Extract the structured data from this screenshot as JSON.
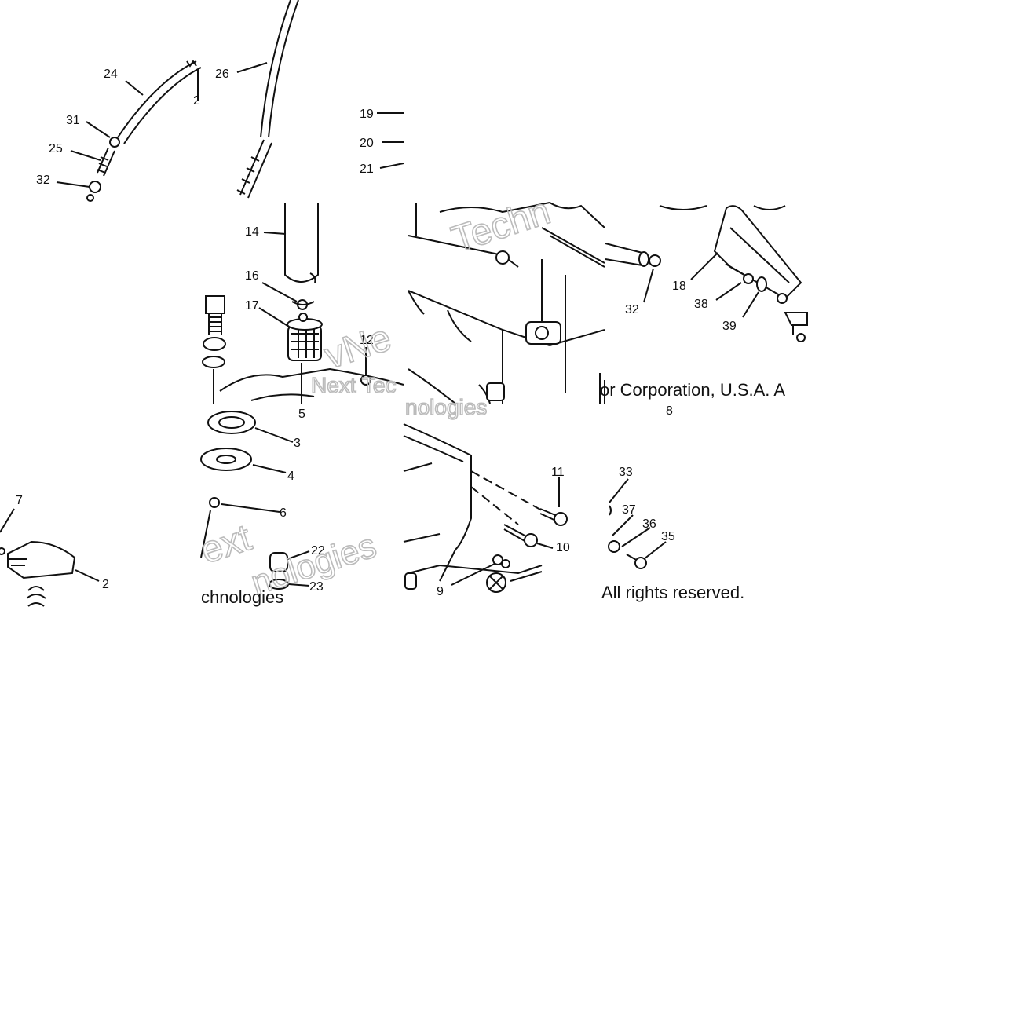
{
  "labels": {
    "l24": "24",
    "l2a": "2",
    "l26": "26",
    "l31": "31",
    "l25": "25",
    "l32a": "32",
    "l19": "19",
    "l20": "20",
    "l21": "21",
    "l14": "14",
    "l16": "16",
    "l17": "17",
    "l12": "12",
    "l5": "5",
    "l32b": "32",
    "l18": "18",
    "l38": "38",
    "l39": "39",
    "l8": "8",
    "l3": "3",
    "l4": "4",
    "l6": "6",
    "l22": "22",
    "l23": "23",
    "l7": "7",
    "l2b": "2",
    "l11": "11",
    "l10": "10",
    "l9": "9",
    "l33": "33",
    "l37": "37",
    "l36": "36",
    "l35": "35"
  },
  "watermark": {
    "w1": "Techn",
    "w2": "vNe",
    "w3": "Next Tec",
    "w4": "nologies",
    "w5": "ext",
    "w6": "nologies",
    "w7": "chnologies"
  },
  "notices": {
    "corp": "or Corporation, U.S.A. A",
    "rights": "All rights reserved."
  }
}
